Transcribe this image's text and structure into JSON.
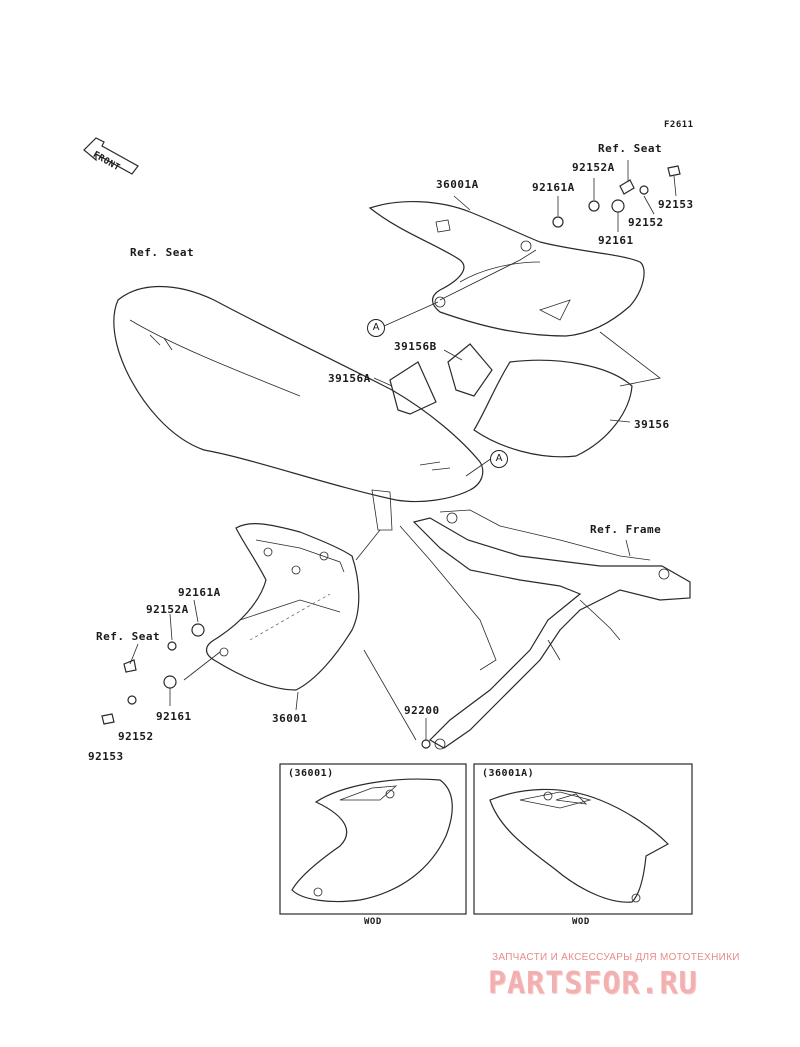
{
  "figure_code": "F2611",
  "front_arrow_text": "FRONT",
  "labels": {
    "ref_seat_top": "Ref. Seat",
    "ref_seat_main": "Ref. Seat",
    "ref_seat_left": "Ref. Seat",
    "ref_frame": "Ref. Frame",
    "p36001A": "36001A",
    "p92161A_top": "92161A",
    "p92152A_top": "92152A",
    "p92152_top": "92152",
    "p92153_top": "92153",
    "p92161_top": "92161",
    "p39156B": "39156B",
    "p39156A": "39156A",
    "p39156": "39156",
    "p92161A_left": "92161A",
    "p92152A_left": "92152A",
    "p92161_left": "92161",
    "p92152_left": "92152",
    "p92153_left": "92153",
    "p36001": "36001",
    "p92200": "92200"
  },
  "callout_a": "A",
  "insets": [
    {
      "title": "(36001)",
      "caption": "WOD"
    },
    {
      "title": "(36001A)",
      "caption": "WOD"
    }
  ],
  "watermark": {
    "tagline": "ЗАПЧАСТИ И АКСЕССУАРЫ ДЛЯ МОТОТЕХНИКИ",
    "brand": "PARTSFOR.RU",
    "color": "#e88a8a"
  }
}
